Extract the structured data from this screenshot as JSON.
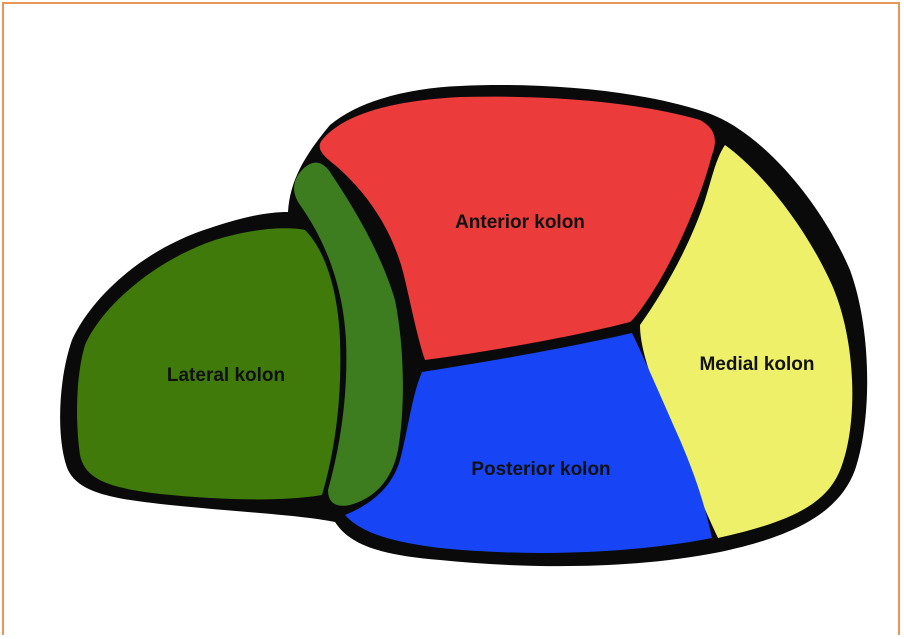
{
  "diagram": {
    "regions": [
      {
        "id": "lateral",
        "label": "Lateral kolon",
        "color": "#3f7a0a"
      },
      {
        "id": "lateral-strip",
        "label": "",
        "color": "#3d7d1f"
      },
      {
        "id": "anterior",
        "label": "Anterior kolon",
        "color": "#ec3b3b"
      },
      {
        "id": "medial",
        "label": "Medial kolon",
        "color": "#eef06a"
      },
      {
        "id": "posterior",
        "label": "Posterior kolon",
        "color": "#1745f5"
      }
    ],
    "outline_color": "#0a0a0a",
    "frame_color": "#e8955a"
  }
}
